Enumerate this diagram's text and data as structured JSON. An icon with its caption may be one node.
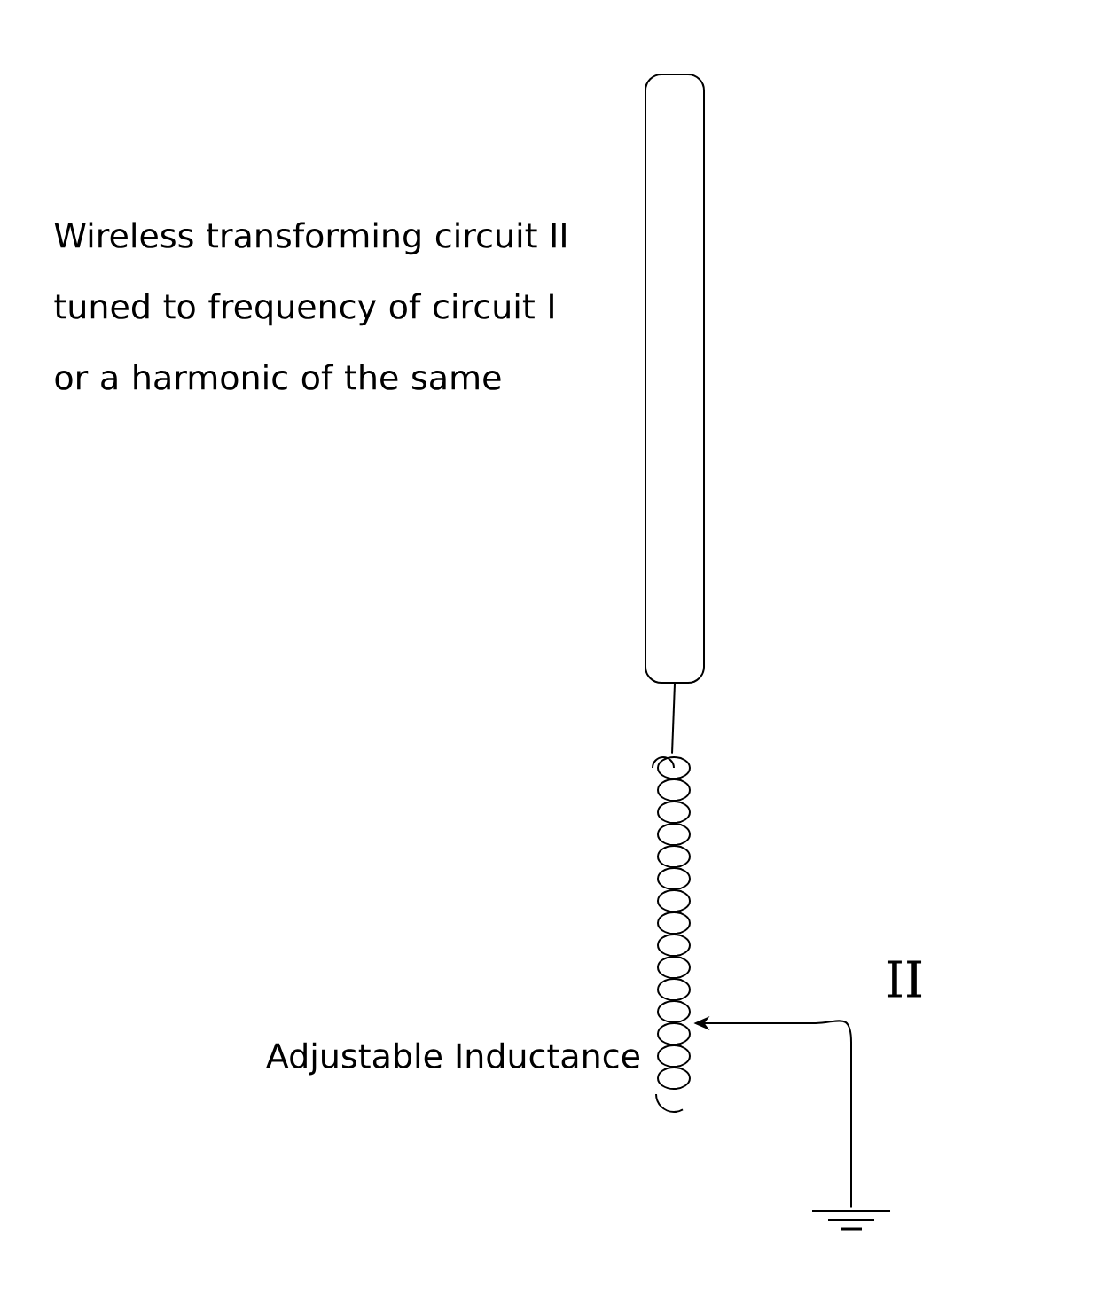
{
  "diagram": {
    "nodes": [
      {
        "text": [],
        "shape": "box"
      },
      {
        "text": [],
        "shape": "picture",
        "beside": [
          "Adjustable Inductance"
        ]
      },
      {
        "text": [],
        "shape": "picture"
      }
    ],
    "edges": [
      {
        "from": 0,
        "to": 1,
        "arrow": "none"
      },
      {
        "from": 2,
        "to": 1,
        "arrow": "to"
      }
    ],
    "labels": [
      "Wireless transforming circuit II tuned to frequency of circuit I or a harmonic of the same",
      "II"
    ]
  }
}
